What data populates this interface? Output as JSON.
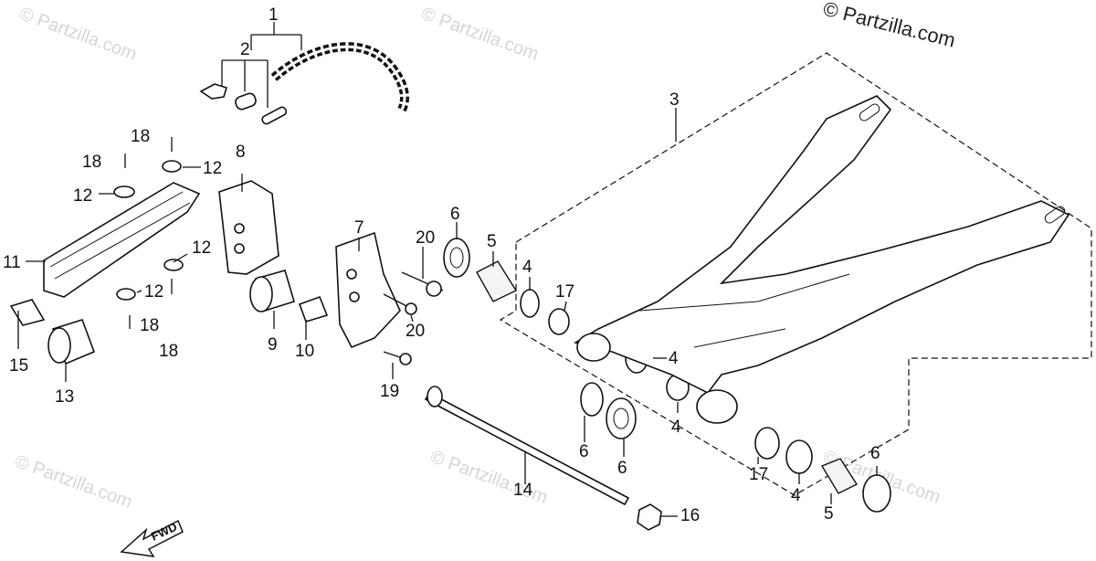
{
  "copyright": "© Partzilla.com",
  "watermark": "© Partzilla.com",
  "fwd_label": "FWD",
  "callouts": {
    "c1": "1",
    "c2": "2",
    "c3": "3",
    "c4a": "4",
    "c4b": "4",
    "c4c": "4",
    "c4d": "4",
    "c5a": "5",
    "c5b": "5",
    "c6a": "6",
    "c6b": "6",
    "c6c": "6",
    "c6d": "6",
    "c7": "7",
    "c8": "8",
    "c9": "9",
    "c10": "10",
    "c11": "11",
    "c12a": "12",
    "c12b": "12",
    "c12c": "12",
    "c12d": "12",
    "c13": "13",
    "c14": "14",
    "c15": "15",
    "c16": "16",
    "c17a": "17",
    "c17b": "17",
    "c18a": "18",
    "c18b": "18",
    "c18c": "18",
    "c18d": "18",
    "c19": "19",
    "c20a": "20",
    "c20b": "20"
  }
}
